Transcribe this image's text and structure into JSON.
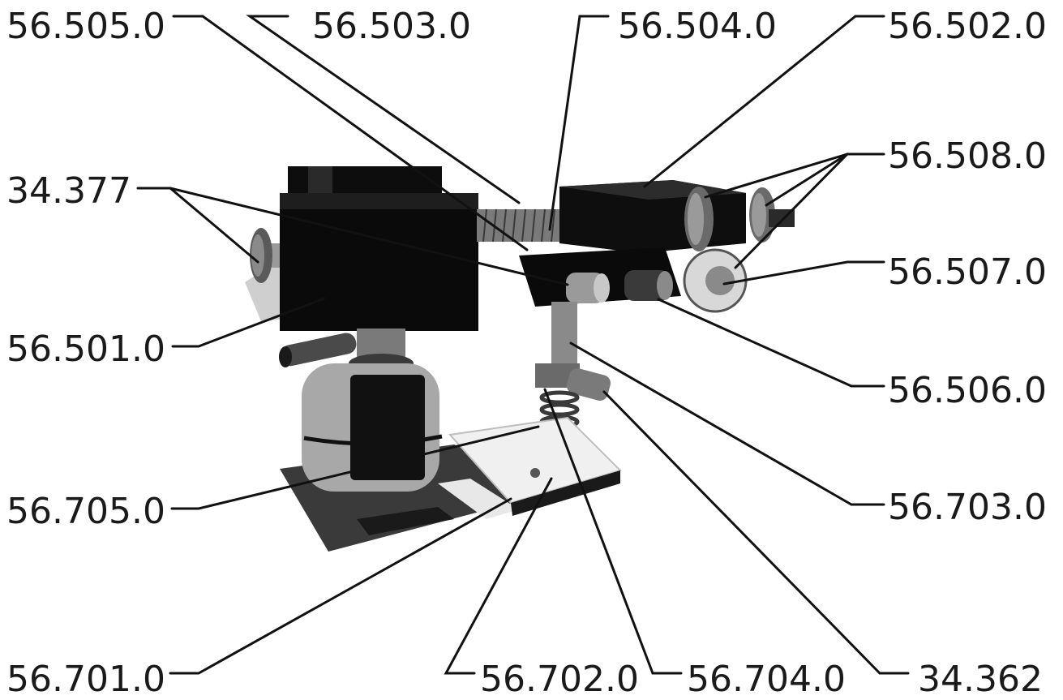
{
  "labels": {
    "l_56_505": "56.505.0",
    "l_56_503": "56.503.0",
    "l_56_504": "56.504.0",
    "l_56_502": "56.502.0",
    "l_34_377": "34.377",
    "l_56_508": "56.508.0",
    "l_56_507": "56.507.0",
    "l_56_501": "56.501.0",
    "l_56_506": "56.506.0",
    "l_56_705": "56.705.0",
    "l_56_703": "56.703.0",
    "l_56_701": "56.701.0",
    "l_56_702": "56.702.0",
    "l_56_704": "56.704.0",
    "l_34_362": "34.362"
  }
}
